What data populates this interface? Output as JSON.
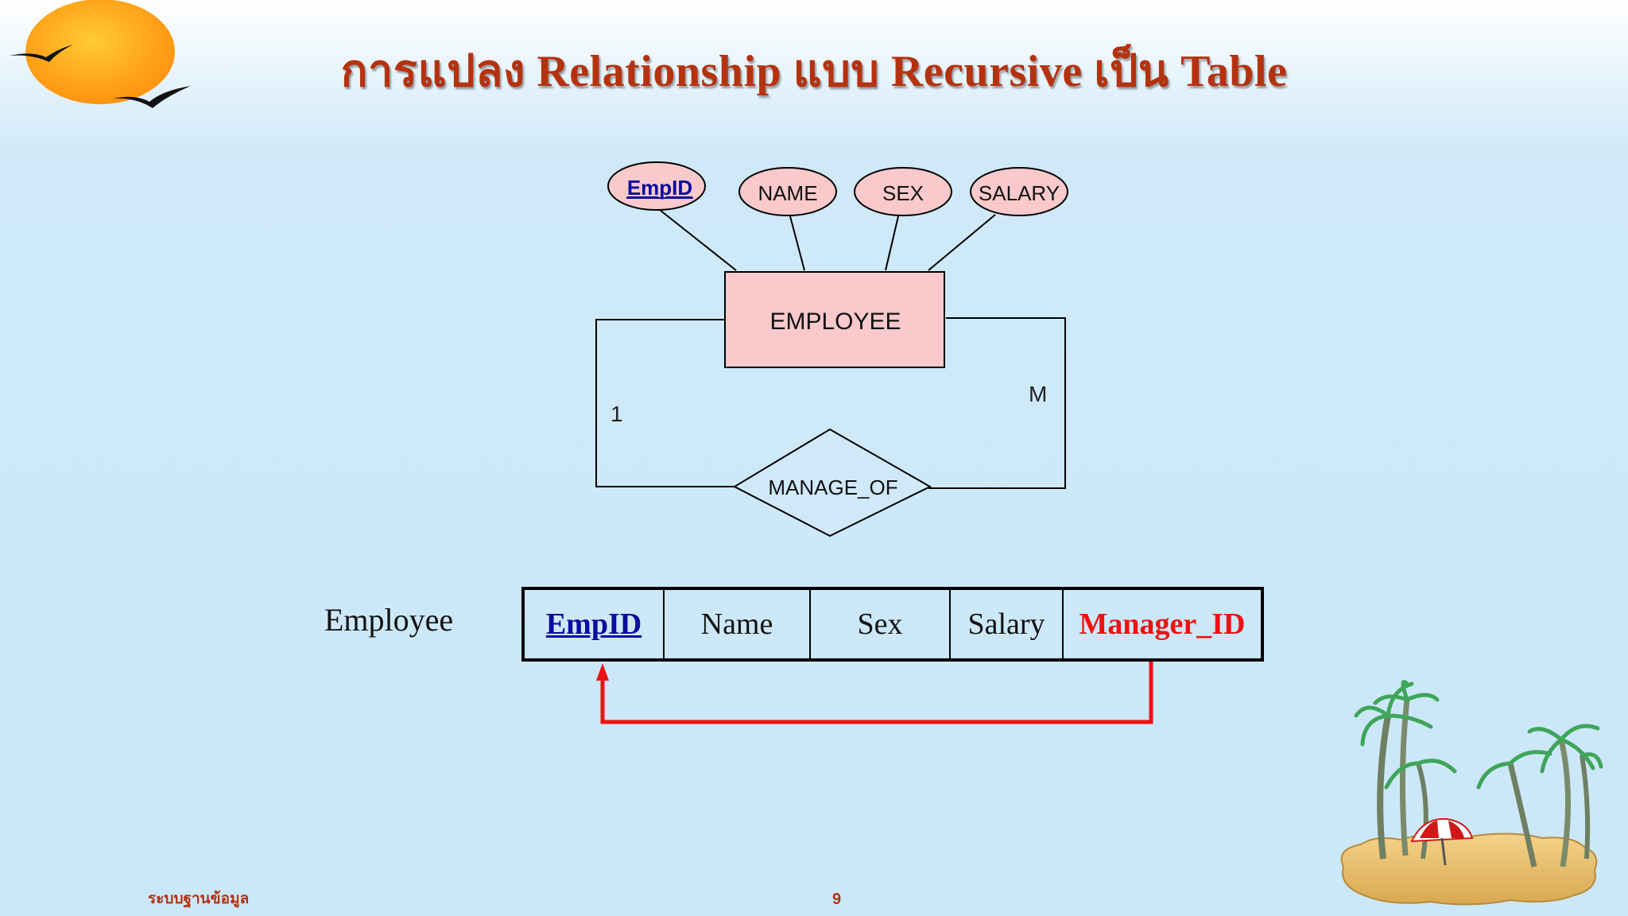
{
  "title": "การแปลง Relationship แบบ Recursive เป็น Table",
  "diagram": {
    "entity": "EMPLOYEE",
    "attributes": {
      "key": "EmpID",
      "others": [
        "NAME",
        "SEX",
        "SALARY"
      ]
    },
    "relationship": "MANAGE_OF",
    "cardinality_left": "1",
    "cardinality_right": "M"
  },
  "table": {
    "label": "Employee",
    "columns": [
      "EmpID",
      "Name",
      "Sex",
      "Salary",
      "Manager_ID"
    ],
    "primary_key": "EmpID",
    "foreign_key": "Manager_ID"
  },
  "footer": {
    "left": "ระบบฐานข้อมูล",
    "page": "9"
  },
  "colors": {
    "title": "#b5320f",
    "attribute_fill": "#f9c9cb",
    "entity_fill": "#f9c9cb",
    "primary_key": "#0b0b9e",
    "foreign_key": "#ee1111",
    "arrow": "#ee1111"
  },
  "decorations": [
    "sun-icon",
    "birds-icon",
    "palm-island-icon",
    "beach-umbrella-icon"
  ]
}
